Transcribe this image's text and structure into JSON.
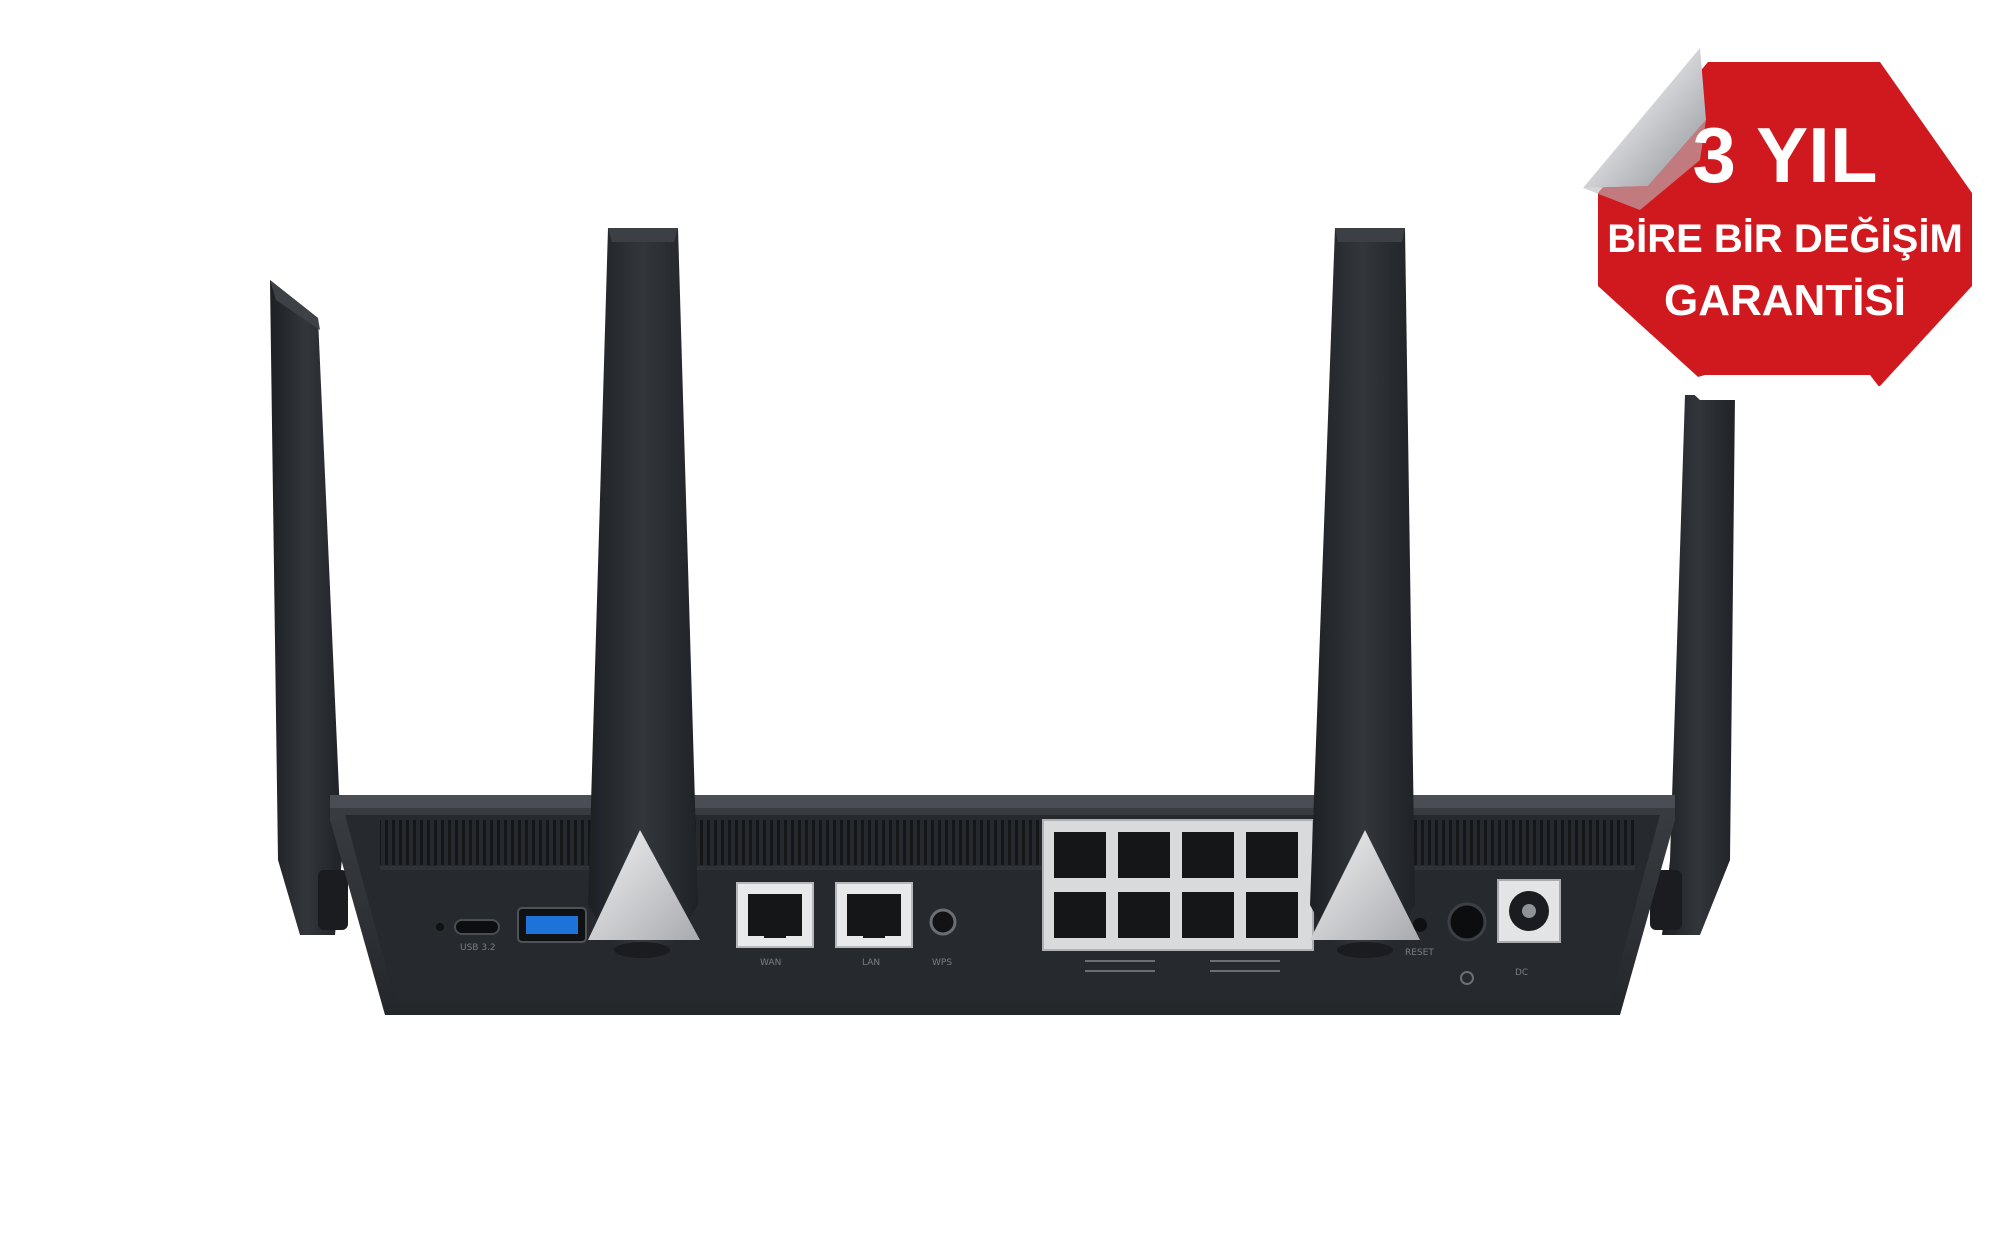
{
  "product": {
    "kind": "wireless router, rear view",
    "colors": {
      "body": "#2b2e32",
      "antenna": "#25282c",
      "accent_triangle": "#d9dadc",
      "badge_red": "#d0191f",
      "usb_blue": "#1e73d8"
    },
    "ports_left_to_right": [
      "usb-c-port",
      "usb-3-port",
      "wan-port",
      "lan-aggregation-port",
      "wps-button",
      "lan-ports-1-8",
      "reset-button",
      "power-button",
      "dc-in-jack"
    ],
    "lan_port_count": 8,
    "antenna_count": 4
  },
  "badge": {
    "line1": "3 YIL",
    "line2": "BİRE BİR DEĞİŞİM",
    "line3": "GARANTİSİ",
    "shape": "octagon-sticker-with-peeled-corner"
  }
}
